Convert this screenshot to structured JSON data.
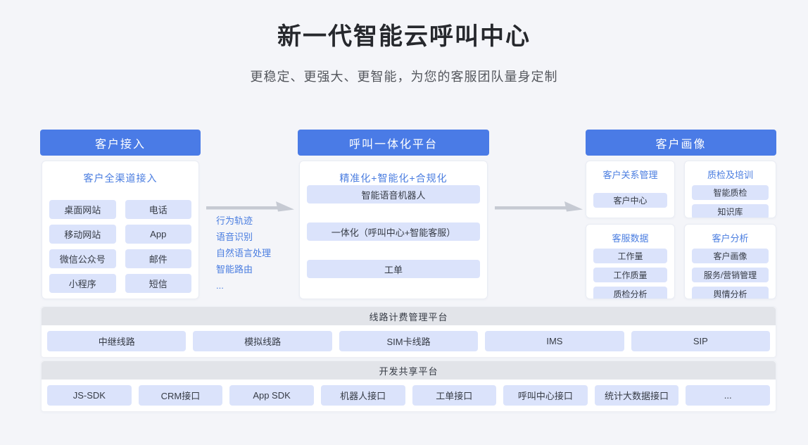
{
  "hero": {
    "title": "新一代智能云呼叫中心",
    "subtitle": "更稳定、更强大、更智能，为您的客服团队量身定制"
  },
  "col1": {
    "header": "客户接入",
    "card_title": "客户全渠道接入",
    "items": [
      "桌面网站",
      "电话",
      "移动网站",
      "App",
      "微信公众号",
      "邮件",
      "小程序",
      "短信"
    ]
  },
  "connector1": {
    "labels": [
      "行为轨迹",
      "语音识别",
      "自然语言处理",
      "智能路由",
      "..."
    ]
  },
  "col2": {
    "header": "呼叫一体化平台",
    "card_title": "精准化+智能化+合规化",
    "items": [
      "智能语音机器人",
      "一体化（呼叫中心+智能客服）",
      "工单"
    ]
  },
  "col3": {
    "header": "客户画像",
    "cards": [
      {
        "title": "客户关系管理",
        "items": [
          "客户中心"
        ]
      },
      {
        "title": "质检及培训",
        "items": [
          "智能质检",
          "知识库"
        ]
      },
      {
        "title": "客服数据",
        "items": [
          "工作量",
          "工作质量",
          "质检分析"
        ]
      },
      {
        "title": "客户分析",
        "items": [
          "客户画像",
          "服务/营销管理",
          "舆情分析"
        ]
      }
    ]
  },
  "platform1": {
    "title": "线路计费管理平台",
    "items": [
      "中继线路",
      "模拟线路",
      "SIM卡线路",
      "IMS",
      "SIP"
    ]
  },
  "platform2": {
    "title": "开发共享平台",
    "items": [
      "JS-SDK",
      "CRM接口",
      "App SDK",
      "机器人接口",
      "工单接口",
      "呼叫中心接口",
      "统计大数据接口",
      "..."
    ]
  },
  "colors": {
    "accent_blue": "#4a7be6",
    "chip_blue": "#dbe3fb",
    "link_blue": "#4a7de0",
    "strip_gray": "#e2e4e9",
    "background": "#f4f5f9",
    "arrow_gray": "#c6cad3"
  }
}
